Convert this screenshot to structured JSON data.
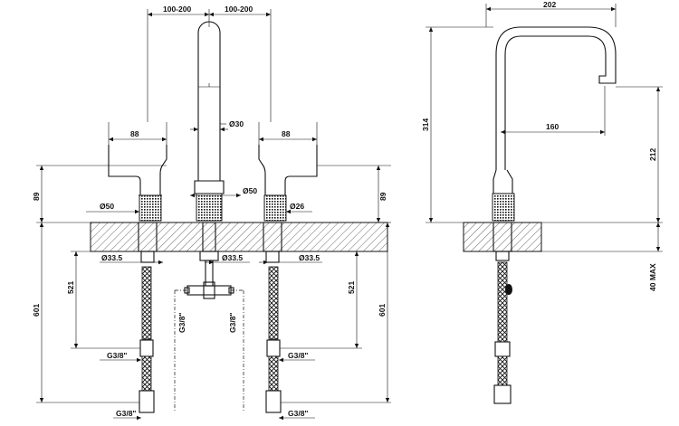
{
  "front_view": {
    "spacing_left": "100-200",
    "spacing_right": "100-200",
    "spout_diameter": "Ø30",
    "handle_width_left": "88",
    "handle_width_right": "88",
    "height_left": "89",
    "height_right": "89",
    "base_diameter_left": "Ø50",
    "base_diameter_center": "Ø50",
    "base_diameter_right": "Ø26",
    "shank_diameter_left": "Ø33.5",
    "shank_diameter_center": "Ø33.5",
    "shank_diameter_right": "Ø33.5",
    "hose_length_left": "521",
    "hose_length_right": "521",
    "overall_left": "601",
    "overall_right": "601",
    "thread_left_mid": "G3/8\"",
    "thread_left_bottom": "G3/8\"",
    "thread_right_mid": "G3/8\"",
    "thread_right_bottom": "G3/8\"",
    "thread_vertical_left": "G3/8\"",
    "thread_vertical_right": "G3/8\""
  },
  "side_view": {
    "reach": "202",
    "height": "314",
    "inner_reach": "160",
    "spout_height": "212",
    "deck_max": "40 MAX"
  },
  "icons": [
    "knurled-base-icon",
    "braided-hose-icon",
    "hatched-deck-icon"
  ]
}
